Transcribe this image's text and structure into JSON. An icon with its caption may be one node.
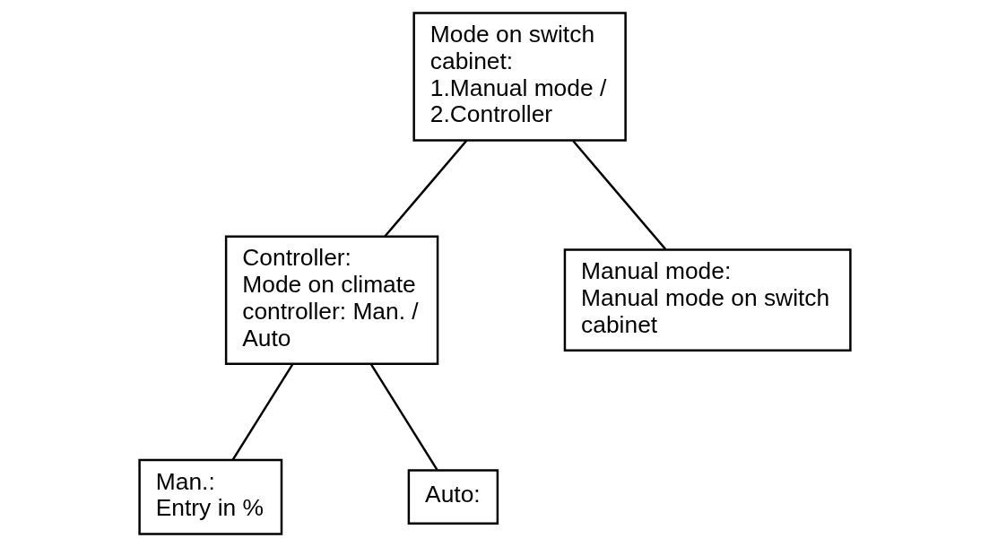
{
  "diagram": {
    "nodes": [
      {
        "text": [
          "Mode on switch cabinet:",
          "1.Manual mode / 2.Controller"
        ]
      },
      {
        "text": [
          "Controller:",
          "Mode on climate controller: Man. / Auto"
        ]
      },
      {
        "text": [
          "Manual mode:",
          "Manual mode on switch cabinet"
        ]
      },
      {
        "text": [
          "Man.:",
          "Entry in %"
        ]
      },
      {
        "text": [
          "Auto:"
        ]
      }
    ],
    "edges": [
      {
        "from": 0,
        "to": 1,
        "arrow": "none"
      },
      {
        "from": 0,
        "to": 2,
        "arrow": "none"
      },
      {
        "from": 1,
        "to": 3,
        "arrow": "none"
      },
      {
        "from": 1,
        "to": 4,
        "arrow": "none"
      }
    ]
  }
}
